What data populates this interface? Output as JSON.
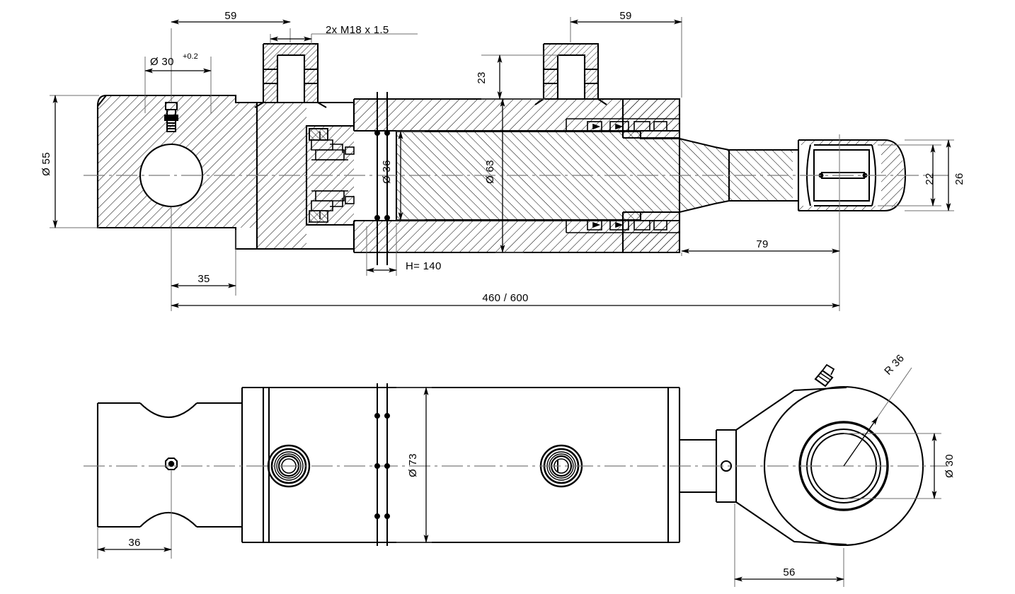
{
  "drawing": {
    "type": "engineering-section-drawing",
    "subject": "hydraulic-cylinder",
    "views": [
      {
        "id": "section-view",
        "label": "sectional-elevation",
        "position": "top"
      },
      {
        "id": "outline-view",
        "label": "external-elevation",
        "position": "bottom"
      }
    ]
  },
  "dimensions": {
    "section": {
      "bore_rod_seal": "Ø 30",
      "bore_rod_seal_tol": "+0.2",
      "port_spacing_left": "59",
      "port_thread": "2x M18 x 1.5",
      "port_spacing_right": "59",
      "port_height": "23",
      "cap_diameter": "Ø 55",
      "rod_diameter": "Ø 36",
      "bore_diameter": "Ø 63",
      "eye_width_inner": "22",
      "eye_width_outer": "26",
      "cap_eye_offset": "35",
      "stroke": "H= 140",
      "rod_end_length": "79",
      "overall_length": "460 / 600"
    },
    "outline": {
      "clevis_width": "36",
      "tube_outer_diameter": "Ø 73",
      "eye_bore": "Ø 30",
      "eye_radius": "R 36",
      "eye_center_offset": "56"
    }
  },
  "annotations": {
    "phi_symbol": "Ø",
    "radius_prefix": "R",
    "stroke_prefix": "H=",
    "thread_count_prefix": "2x"
  },
  "colors": {
    "line": "#000000",
    "thin_line": "#000000",
    "dim_line": "#6e6e6e",
    "center_line": "#7a7a7a",
    "background": "#ffffff"
  }
}
